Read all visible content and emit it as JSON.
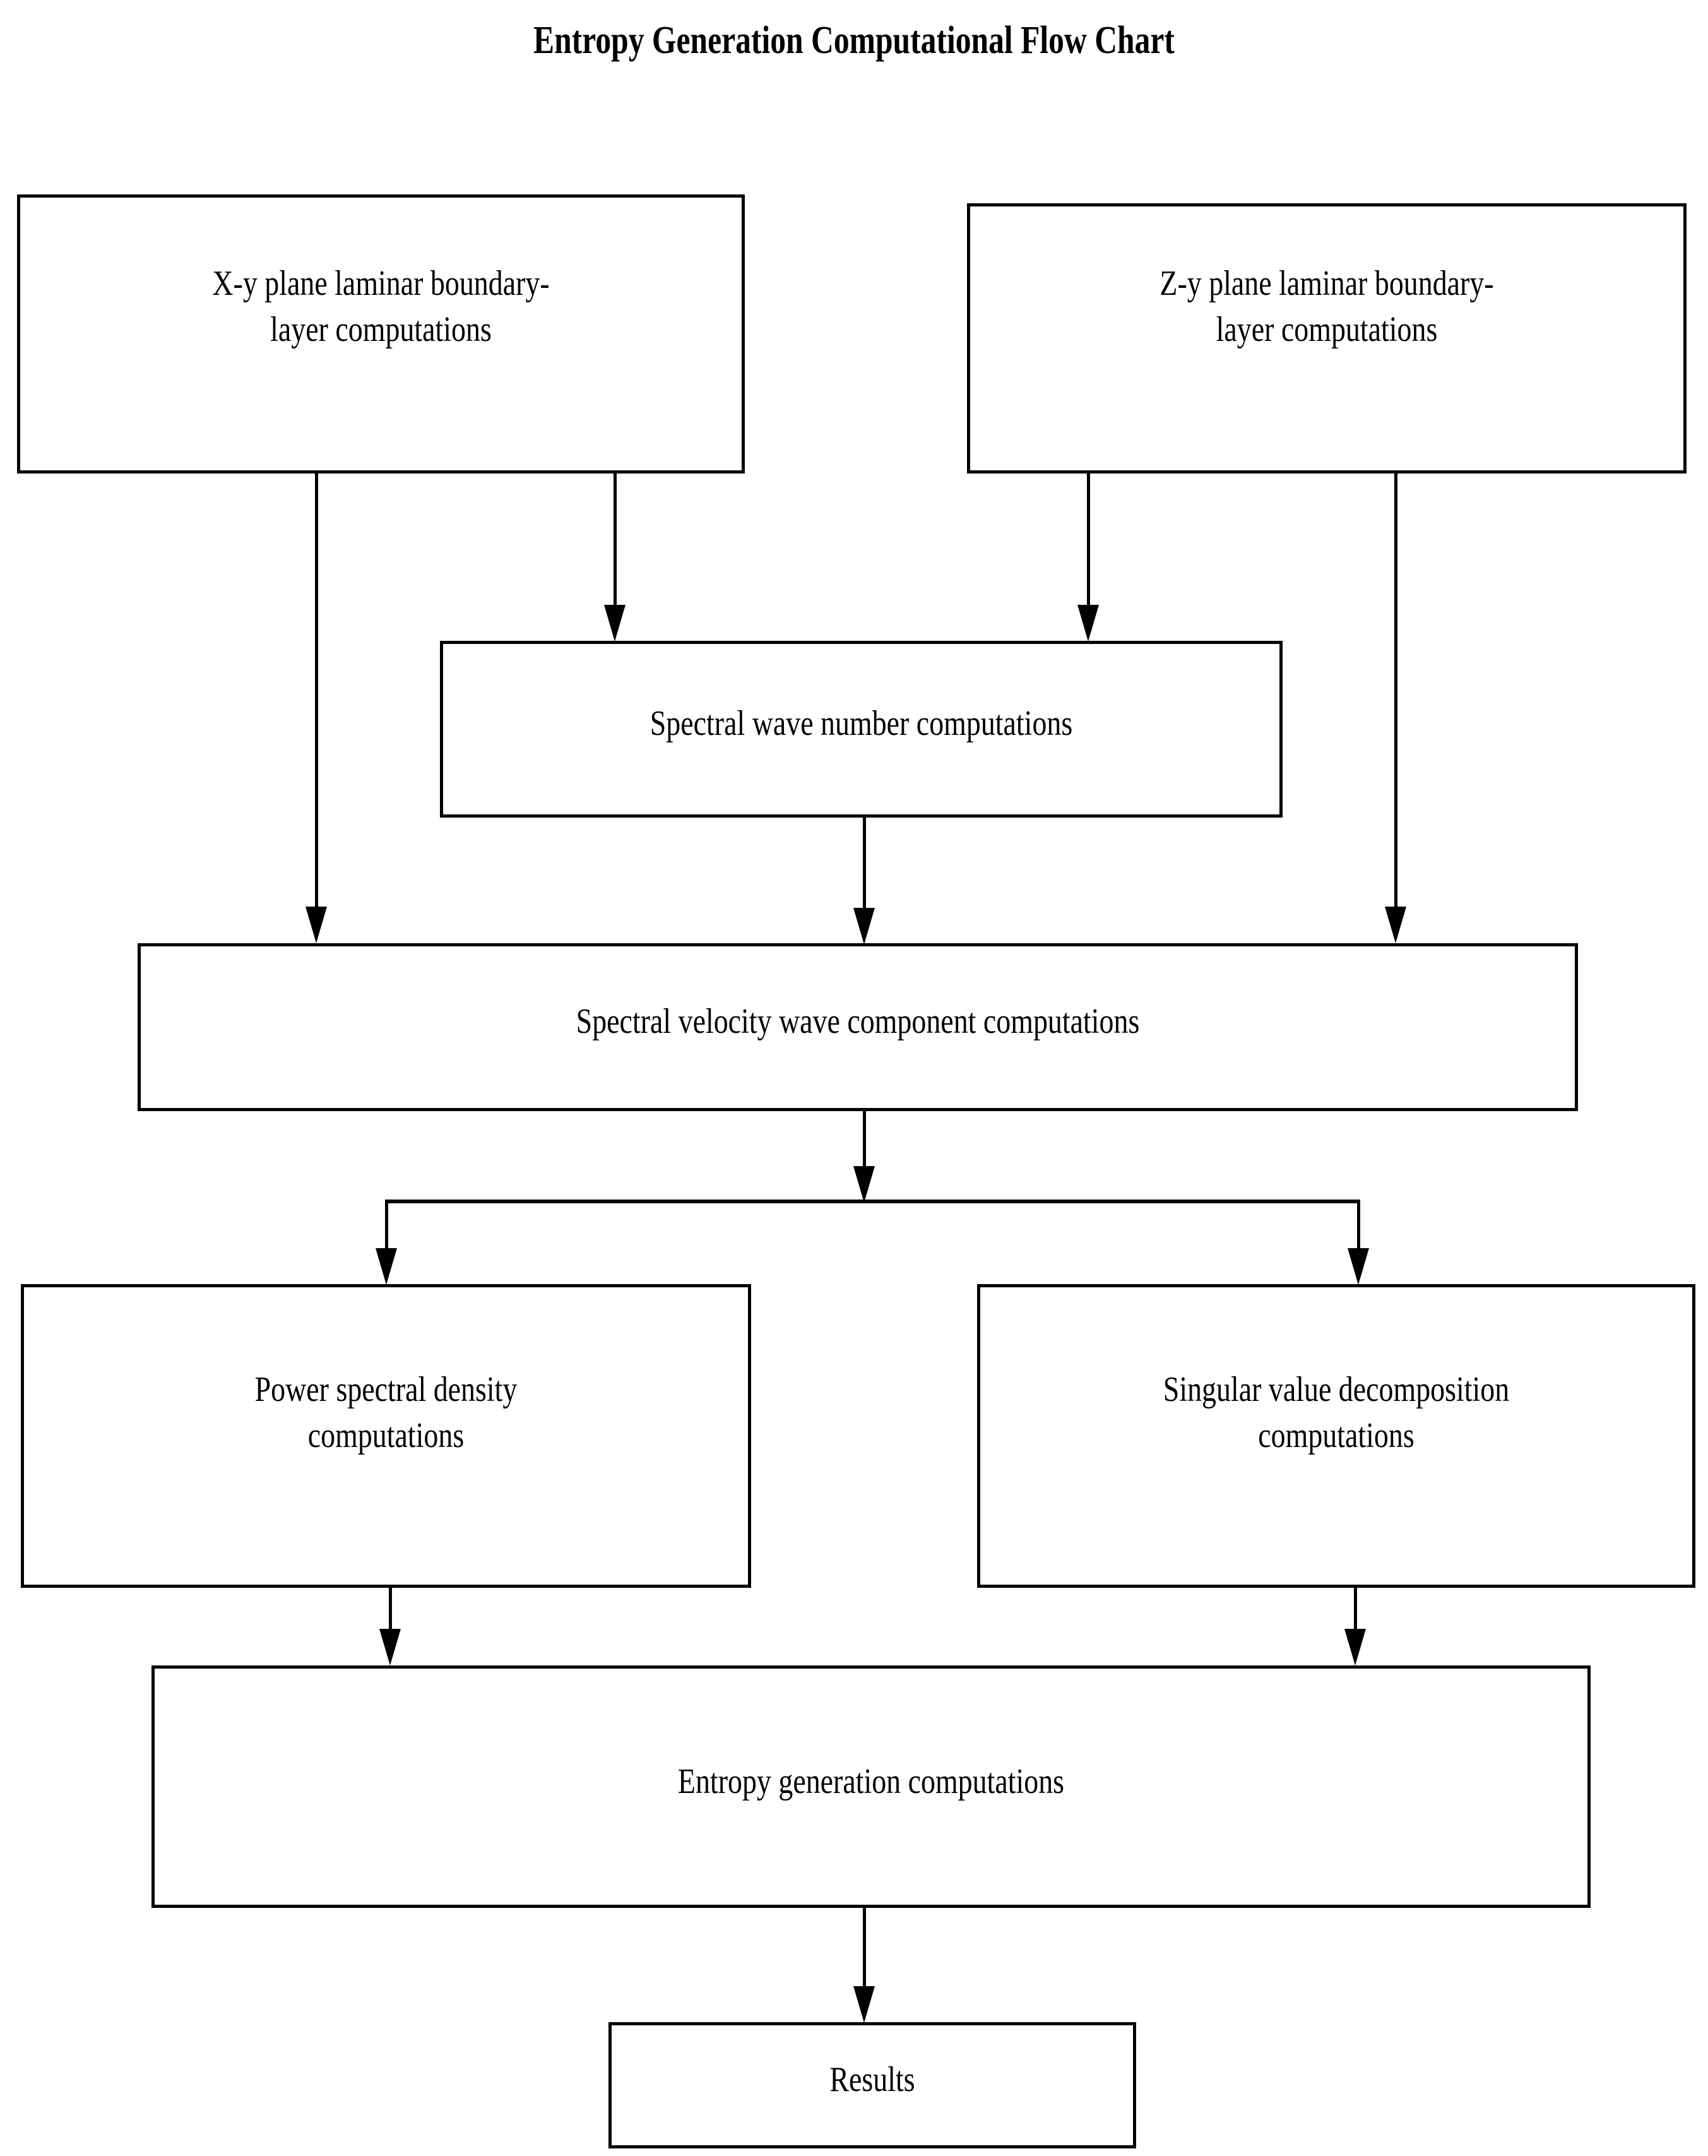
{
  "title": {
    "line1": "Entropy Generation Computational",
    "line2": "Flow Chart",
    "full": "Entropy Generation Computational\nFlow Chart"
  },
  "colors": {
    "background": "#ffffff",
    "stroke": "#000000",
    "text": "#000000"
  },
  "diagram": {
    "type": "flowchart",
    "orientation": "top-to-bottom",
    "nodes": [
      {
        "id": "xy-plane",
        "label": "X-y plane laminar boundary-\nlayer computations"
      },
      {
        "id": "zy-plane",
        "label": "Z-y plane laminar boundary-\nlayer computations"
      },
      {
        "id": "spectral-wave-number",
        "label": "Spectral wave number computations"
      },
      {
        "id": "spectral-velocity",
        "label": "Spectral velocity wave component computations"
      },
      {
        "id": "power-spectral-density",
        "label": "Power spectral density\ncomputations"
      },
      {
        "id": "singular-value-decomposition",
        "label": "Singular value decomposition\ncomputations"
      },
      {
        "id": "entropy-generation",
        "label": "Entropy generation computations"
      },
      {
        "id": "results",
        "label": "Results"
      }
    ],
    "edges": [
      {
        "from": "xy-plane",
        "to": "spectral-wave-number"
      },
      {
        "from": "xy-plane",
        "to": "spectral-velocity"
      },
      {
        "from": "zy-plane",
        "to": "spectral-wave-number"
      },
      {
        "from": "zy-plane",
        "to": "spectral-velocity"
      },
      {
        "from": "spectral-wave-number",
        "to": "spectral-velocity"
      },
      {
        "from": "spectral-velocity",
        "to": "power-spectral-density"
      },
      {
        "from": "spectral-velocity",
        "to": "singular-value-decomposition"
      },
      {
        "from": "power-spectral-density",
        "to": "entropy-generation"
      },
      {
        "from": "singular-value-decomposition",
        "to": "entropy-generation"
      },
      {
        "from": "entropy-generation",
        "to": "results"
      }
    ]
  }
}
